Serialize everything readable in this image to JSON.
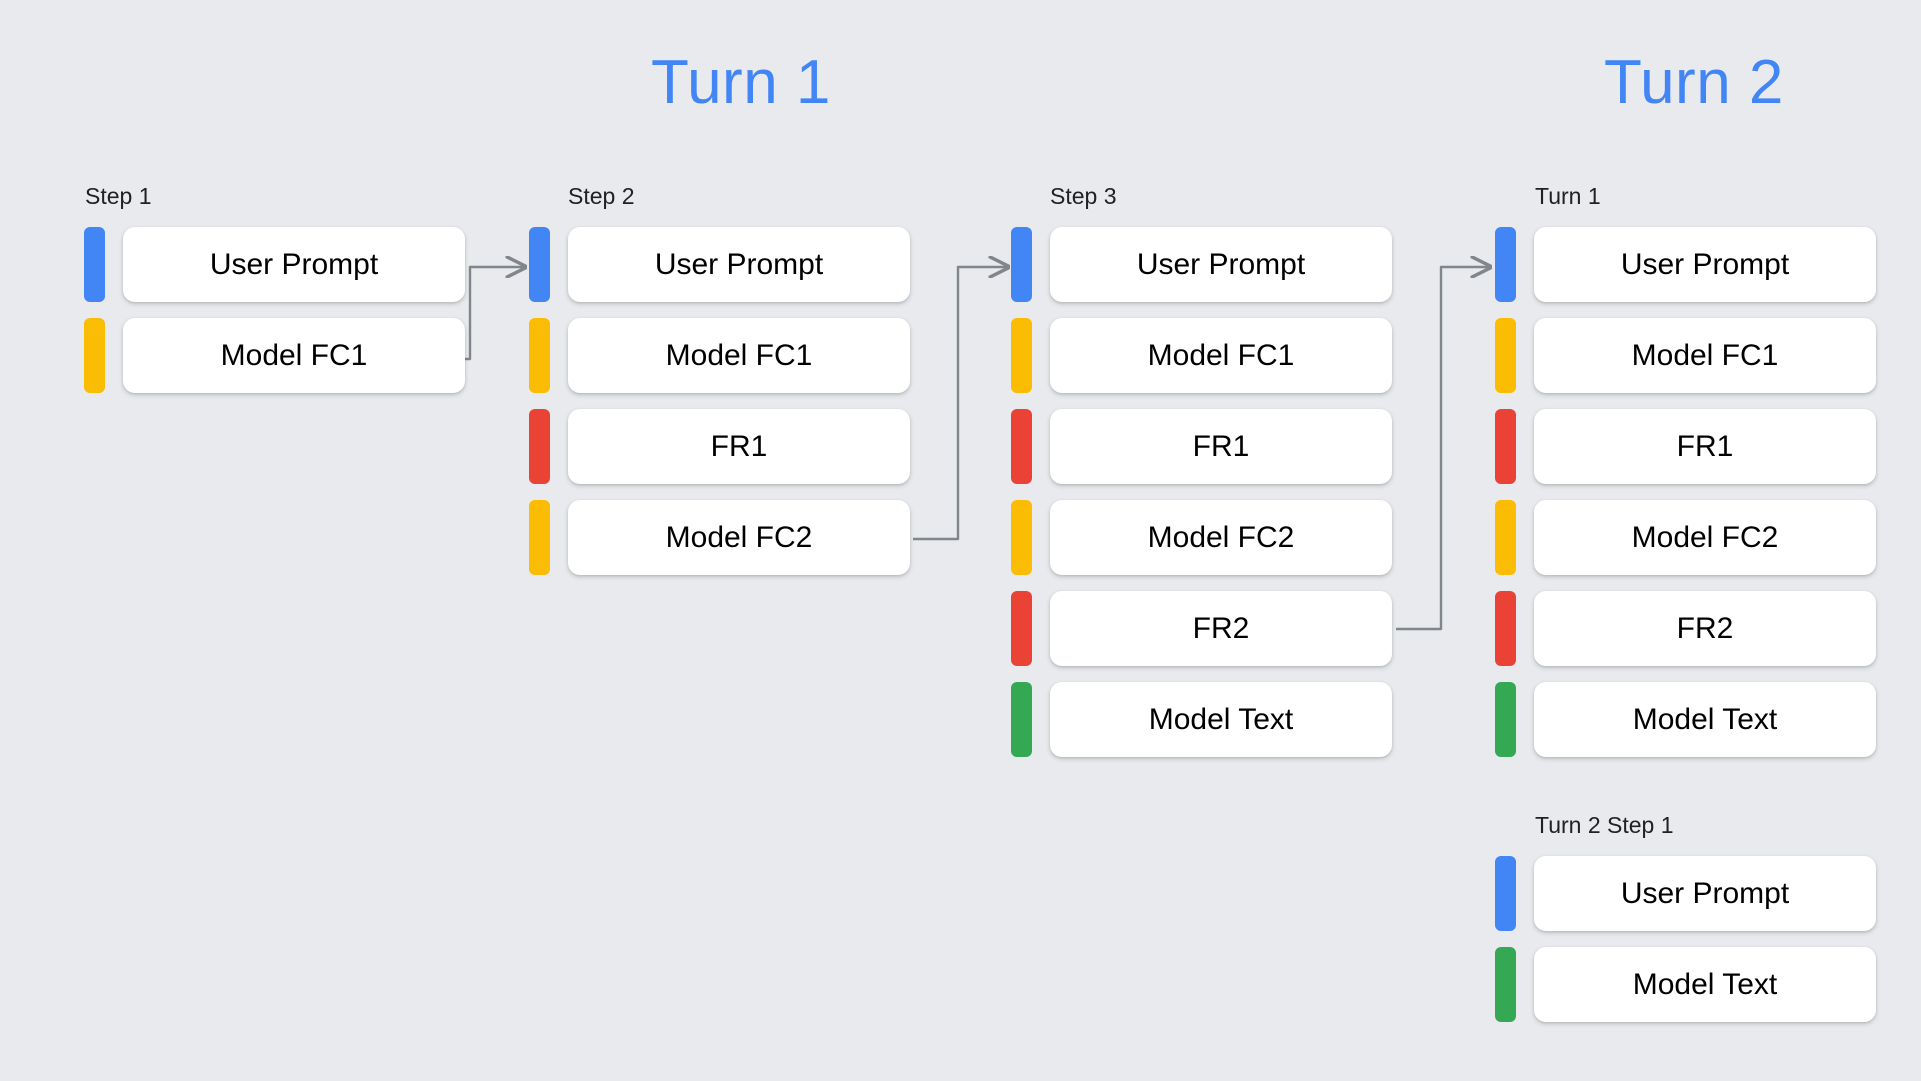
{
  "background_color": "#e8eaed",
  "palette": {
    "blue": "#4285f4",
    "yellow": "#fbbc04",
    "red": "#ea4335",
    "green": "#34a853",
    "card": "#ffffff",
    "text": "#000000",
    "arrow": "#80868b"
  },
  "titles": {
    "turn1": "Turn 1",
    "turn2": "Turn 2"
  },
  "columns": [
    {
      "id": "step-1",
      "label": "Step 1",
      "rows": [
        {
          "color": "blue",
          "label": "User Prompt"
        },
        {
          "color": "yellow",
          "label": "Model FC1"
        }
      ]
    },
    {
      "id": "step-2",
      "label": "Step 2",
      "rows": [
        {
          "color": "blue",
          "label": "User Prompt"
        },
        {
          "color": "yellow",
          "label": "Model FC1"
        },
        {
          "color": "red",
          "label": "FR1"
        },
        {
          "color": "yellow",
          "label": "Model FC2"
        }
      ]
    },
    {
      "id": "step-3",
      "label": "Step 3",
      "rows": [
        {
          "color": "blue",
          "label": "User Prompt"
        },
        {
          "color": "yellow",
          "label": "Model FC1"
        },
        {
          "color": "red",
          "label": "FR1"
        },
        {
          "color": "yellow",
          "label": "Model FC2"
        },
        {
          "color": "red",
          "label": "FR2"
        },
        {
          "color": "green",
          "label": "Model Text"
        }
      ]
    },
    {
      "id": "turn-1-history",
      "label": "Turn 1",
      "rows": [
        {
          "color": "blue",
          "label": "User Prompt"
        },
        {
          "color": "yellow",
          "label": "Model FC1"
        },
        {
          "color": "red",
          "label": "FR1"
        },
        {
          "color": "yellow",
          "label": "Model FC2"
        },
        {
          "color": "red",
          "label": "FR2"
        },
        {
          "color": "green",
          "label": "Model Text"
        }
      ]
    },
    {
      "id": "turn-2-step-1",
      "label": "Turn 2 Step 1",
      "rows": [
        {
          "color": "blue",
          "label": "User Prompt"
        },
        {
          "color": "green",
          "label": "Model Text"
        }
      ]
    }
  ],
  "arrows": [
    {
      "id": "arrow-step1-to-step2",
      "from": "step-1 Model FC1",
      "to": "step-2 User Prompt"
    },
    {
      "id": "arrow-step2-to-step3",
      "from": "step-2 Model FC2",
      "to": "step-3 User Prompt"
    },
    {
      "id": "arrow-step3-to-turn1",
      "from": "step-3 FR2",
      "to": "turn-1-history User Prompt"
    }
  ]
}
